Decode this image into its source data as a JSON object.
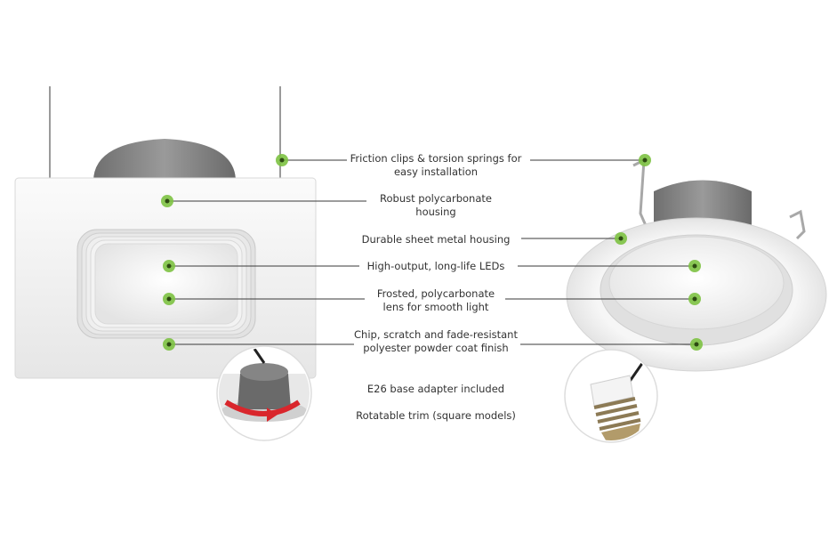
{
  "callouts": [
    {
      "id": "friction-clips",
      "lines": [
        "Friction clips & torsion springs for",
        "easy installation"
      ]
    },
    {
      "id": "robust-housing",
      "lines": [
        "Robust polycarbonate",
        "housing"
      ]
    },
    {
      "id": "sheet-metal",
      "lines": [
        "Durable sheet metal housing"
      ]
    },
    {
      "id": "leds",
      "lines": [
        "High-output, long-life LEDs"
      ]
    },
    {
      "id": "lens",
      "lines": [
        "Frosted, polycarbonate",
        "lens for smooth light"
      ]
    },
    {
      "id": "finish",
      "lines": [
        "Chip, scratch and fade-resistant",
        "polyester powder coat finish"
      ]
    },
    {
      "id": "e26",
      "lines": [
        "E26 base adapter included"
      ]
    },
    {
      "id": "rotatable",
      "lines": [
        "Rotatable trim (square models)"
      ]
    }
  ],
  "colors": {
    "marker": "#7dc243",
    "marker_core": "#2d4a12",
    "leader": "#3a3a3a",
    "text": "#333333",
    "metal": "#8e8e8e",
    "trim": "#f2f2f2",
    "arrow": "#d9262c"
  }
}
